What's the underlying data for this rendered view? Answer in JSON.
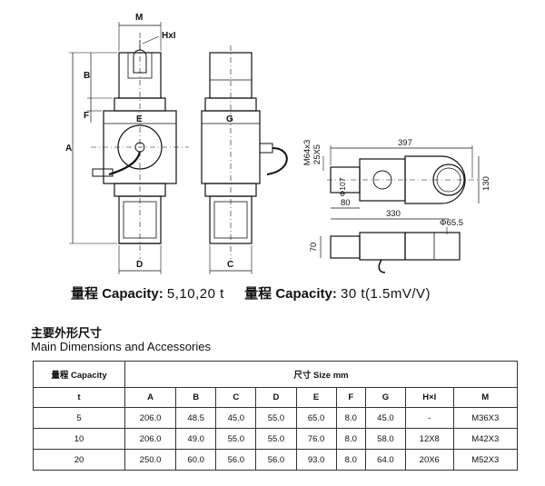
{
  "drawing": {
    "left": {
      "M": "M",
      "HxI": "HxI",
      "B": "B",
      "F": "F",
      "A": "A",
      "E": "E",
      "D": "D"
    },
    "side": {
      "G": "G",
      "C": "C"
    },
    "right": {
      "thread": "M64x3",
      "depth": "25X5",
      "length_total": "397",
      "width": "130",
      "bore": "Φ107",
      "offset": "80",
      "length_body": "330",
      "hole": "Φ65.5",
      "height": "70"
    }
  },
  "capacity": {
    "cn1": "量程",
    "label1": "Capacity:",
    "value1": "5,10,20 t",
    "cn2": "量程",
    "label2": "Capacity:",
    "value2": "30 t(1.5mV/V)"
  },
  "section": {
    "title_cn": "主要外形尺寸",
    "title_en": "Main Dimensions and Accessories"
  },
  "table": {
    "capacity_header": "量程 Capacity",
    "size_header": "尺寸 Size mm",
    "columns": [
      "t",
      "A",
      "B",
      "C",
      "D",
      "E",
      "F",
      "G",
      "H×I",
      "M"
    ],
    "rows": [
      [
        "5",
        "206.0",
        "48.5",
        "45.0",
        "55.0",
        "65.0",
        "8.0",
        "45.0",
        "-",
        "M36X3"
      ],
      [
        "10",
        "206.0",
        "49.0",
        "55.0",
        "55.0",
        "76.0",
        "8.0",
        "58.0",
        "12X8",
        "M42X3"
      ],
      [
        "20",
        "250.0",
        "60.0",
        "56.0",
        "56.0",
        "93.0",
        "8.0",
        "64.0",
        "20X6",
        "M52X3"
      ]
    ]
  }
}
